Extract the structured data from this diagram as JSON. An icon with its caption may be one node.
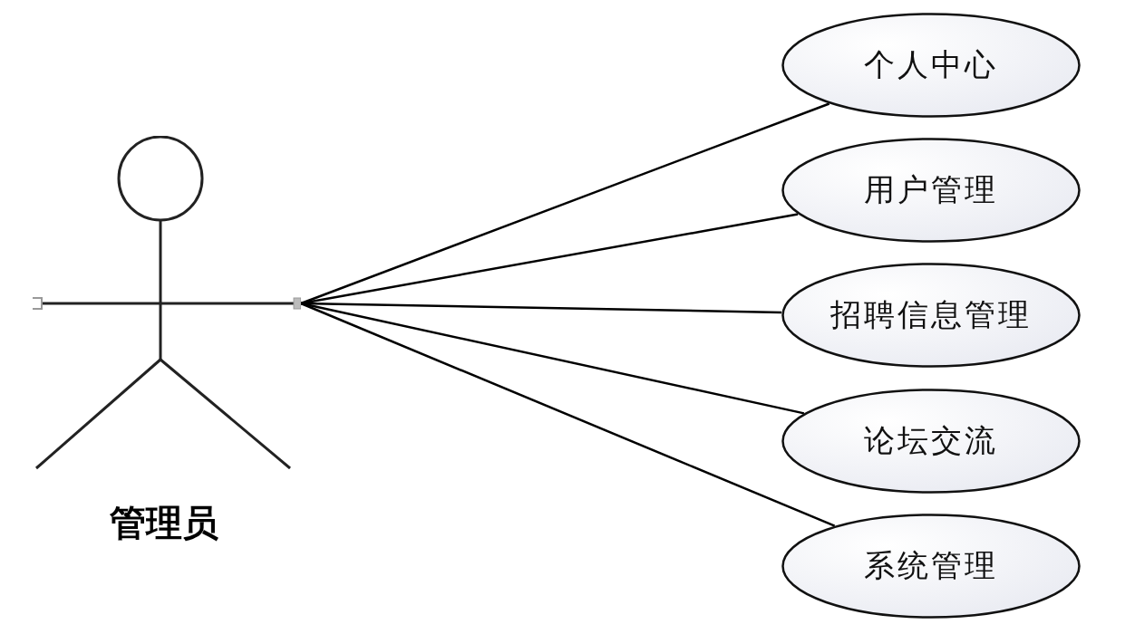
{
  "diagram": {
    "nodes": [
      {
        "text": [
          "管理员"
        ]
      },
      {
        "text": [
          "个人中心"
        ]
      },
      {
        "text": [
          "用户管理"
        ]
      },
      {
        "text": [
          "招聘信息管理"
        ]
      },
      {
        "text": [
          "论坛交流"
        ]
      },
      {
        "text": [
          "系统管理"
        ]
      }
    ],
    "edges": [
      {
        "from": 0,
        "to": 1,
        "arrow": "none"
      },
      {
        "from": 0,
        "to": 2,
        "arrow": "none"
      },
      {
        "from": 0,
        "to": 3,
        "arrow": "none"
      },
      {
        "from": 0,
        "to": 4,
        "arrow": "none"
      },
      {
        "from": 0,
        "to": 5,
        "arrow": "none"
      }
    ]
  }
}
